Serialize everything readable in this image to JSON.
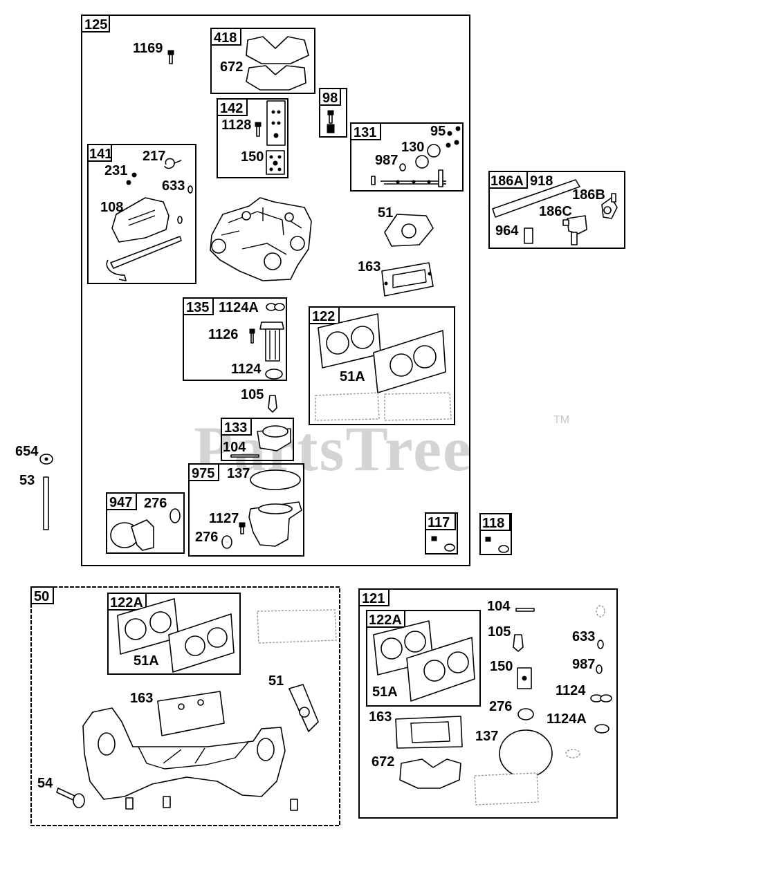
{
  "watermark": {
    "text": "PartsTree",
    "tm": "TM"
  },
  "kits": {
    "k125": "125",
    "k418": "418",
    "k98": "98",
    "k142": "142",
    "k131": "131",
    "k141": "141",
    "k186A": "186A",
    "k135": "135",
    "k122": "122",
    "k133": "133",
    "k975": "975",
    "k947": "947",
    "k117": "117",
    "k118": "118",
    "k50": "50",
    "k122A_a": "122A",
    "k121": "121",
    "k122A_b": "122A"
  },
  "labels": {
    "p1169": "1169",
    "p672a": "672",
    "p1128": "1128",
    "p150a": "150",
    "p95": "95",
    "p130": "130",
    "p987a": "987",
    "p217": "217",
    "p231": "231",
    "p633a": "633",
    "p108": "108",
    "p918": "918",
    "p186B": "186B",
    "p186C": "186C",
    "p964": "964",
    "p51a": "51",
    "p163a": "163",
    "p1124Aa": "1124A",
    "p1126": "1126",
    "p1124a": "1124",
    "p51Aa": "51A",
    "p105a": "105",
    "p104a": "104",
    "p654": "654",
    "p53": "53",
    "p137a": "137",
    "p1127": "1127",
    "p276a": "276",
    "p276b": "276",
    "p51Ab": "51A",
    "p163b": "163",
    "p51b": "51",
    "p54": "54",
    "p104b": "104",
    "p105b": "105",
    "p633b": "633",
    "p150b": "150",
    "p987b": "987",
    "p51Ac": "51A",
    "p1124b": "1124",
    "p276c": "276",
    "p163c": "163",
    "p1124Ab": "1124A",
    "p137b": "137",
    "p672b": "672"
  }
}
